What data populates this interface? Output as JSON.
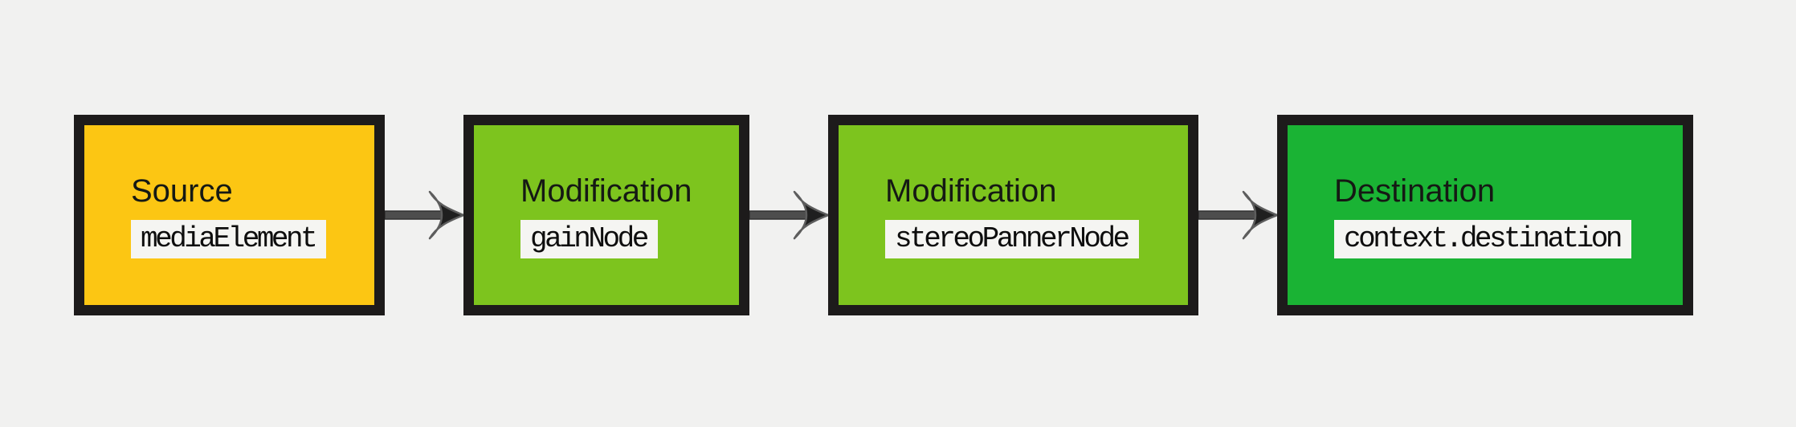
{
  "diagram": {
    "description": "Audio routing graph: source node through modification nodes to destination",
    "background_color": "#f1f1f0",
    "node_border_color": "#1d1b1b",
    "code_chip_background": "#f5f5f2",
    "title_text_color": "#151914",
    "code_text_color": "#0e0e0e",
    "arrow_shaft_color": "#4d4d4d",
    "arrow_head_fill": "#1f1f1f",
    "arrow_head_outline": "#5d5d5d",
    "nodes": [
      {
        "role": "Source",
        "code": "mediaElement",
        "fill": "#fcc613"
      },
      {
        "role": "Modification",
        "code": "gainNode",
        "fill": "#7dc41e"
      },
      {
        "role": "Modification",
        "code": "stereoPannerNode",
        "fill": "#7dc41e"
      },
      {
        "role": "Destination",
        "code": "context.destination",
        "fill": "#1ab334"
      }
    ],
    "connectors": [
      {
        "from": "Source",
        "to": "Modification"
      },
      {
        "from": "Modification",
        "to": "Modification"
      },
      {
        "from": "Modification",
        "to": "Destination"
      }
    ]
  }
}
